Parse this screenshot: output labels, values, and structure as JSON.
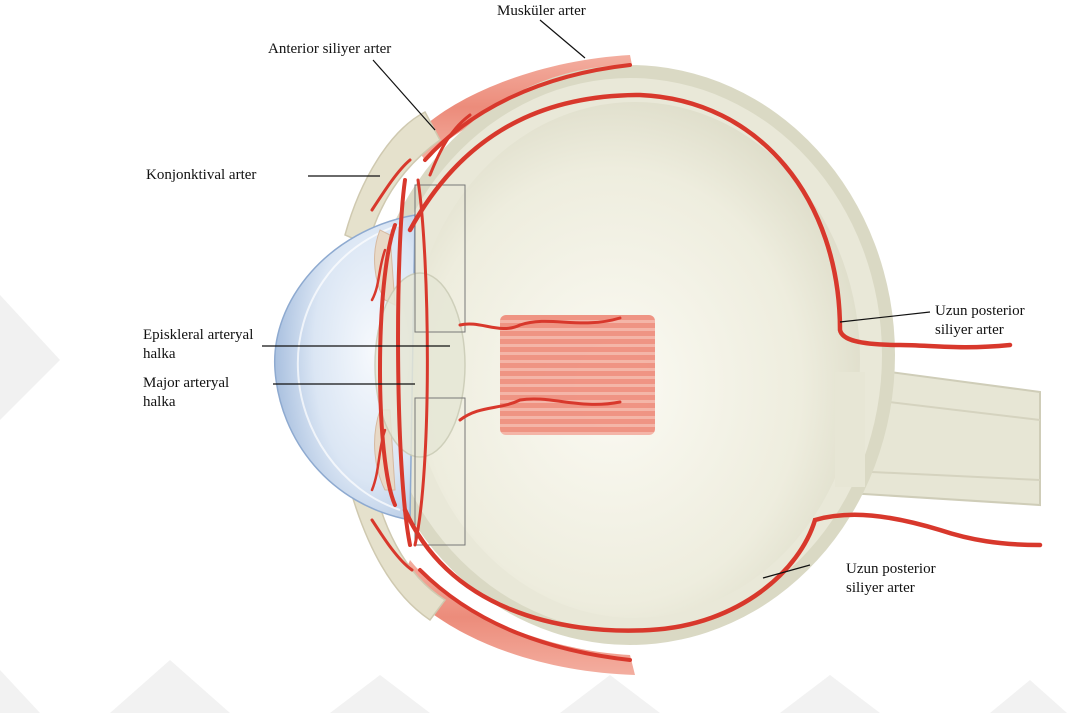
{
  "colors": {
    "artery": "#d8382c",
    "artery_light": "#ef8a7a",
    "globe": "#ecebdc",
    "globe_edge": "#d7d6c3",
    "cornea": "#c9d9ee",
    "watermark": "#eeeeee"
  },
  "labels": {
    "muskuler_arter": "Musküler arter",
    "anterior_siliyer_arter": "Anterior siliyer arter",
    "konjonktival_arter": "Konjonktival arter",
    "episkleral_line1": "Episkleral arteryal",
    "episkleral_line2": "halka",
    "major_line1": "Major arteryal",
    "major_line2": "halka",
    "uzun_upper_line1": "Uzun posterior",
    "uzun_upper_line2": "siliyer arter",
    "uzun_lower_line1": "Uzun posterior",
    "uzun_lower_line2": "siliyer arter"
  }
}
